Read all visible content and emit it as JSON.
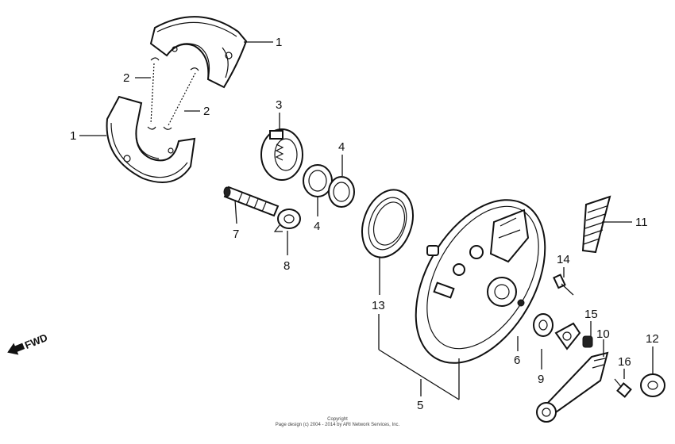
{
  "callouts": [
    {
      "id": "1a",
      "text": "1"
    },
    {
      "id": "1b",
      "text": "1"
    },
    {
      "id": "2a",
      "text": "2"
    },
    {
      "id": "2b",
      "text": "2"
    },
    {
      "id": "3",
      "text": "3"
    },
    {
      "id": "4a",
      "text": "4"
    },
    {
      "id": "4b",
      "text": "4"
    },
    {
      "id": "5",
      "text": "5"
    },
    {
      "id": "6",
      "text": "6"
    },
    {
      "id": "7",
      "text": "7"
    },
    {
      "id": "8",
      "text": "8"
    },
    {
      "id": "9",
      "text": "9"
    },
    {
      "id": "10",
      "text": "10"
    },
    {
      "id": "11",
      "text": "11"
    },
    {
      "id": "12",
      "text": "12"
    },
    {
      "id": "13",
      "text": "13"
    },
    {
      "id": "14",
      "text": "14"
    },
    {
      "id": "15",
      "text": "15"
    },
    {
      "id": "16",
      "text": "16"
    }
  ],
  "fwd": {
    "label": "FWD"
  },
  "copyright": {
    "line1": "Copyright",
    "line2": "Page design (c) 2004 - 2014 by ARI Network Services, Inc."
  }
}
